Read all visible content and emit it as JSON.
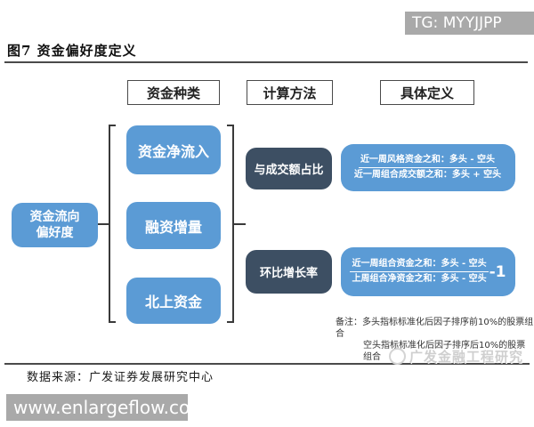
{
  "banner": {
    "tg_label": "TG: MYYJJPP"
  },
  "title": "图7 资金偏好度定义",
  "headers": [
    {
      "label": "资金种类"
    },
    {
      "label": "计算方法"
    },
    {
      "label": "具体定义"
    }
  ],
  "root_node": {
    "line1": "资金流向",
    "line2": "偏好度"
  },
  "fund_types": [
    {
      "label": "资金净流入"
    },
    {
      "label": "融资增量"
    },
    {
      "label": "北上资金"
    }
  ],
  "methods": [
    {
      "label": "与成交额占比"
    },
    {
      "label": "环比增长率"
    }
  ],
  "definitions": [
    {
      "numerator": "近一周风格资金之和：多头 - 空头",
      "denominator": "近一周组合成交额之和：多头 + 空头",
      "suffix": ""
    },
    {
      "numerator": "近一周组合资金之和：多头 - 空头",
      "denominator": "上周组合净资金之和：多头 - 空头",
      "suffix": "-1"
    }
  ],
  "note": {
    "line1": "备注：多头指标标准化后因子排序前10%的股票组合",
    "line2": "空头指标标准化后因子排序后10%的股票组合"
  },
  "watermark": "广发金融工程研究",
  "source": "数据来源：广发证券发展研究中心",
  "footer": {
    "url": "www.enlargeflow.com"
  },
  "colors": {
    "light_blue": "#5b9bd5",
    "dark_blue": "#3d4f63",
    "grey_banner": "#a9a9a9",
    "line": "#4a4a4a",
    "watermark_grey": "#cfcfcf"
  }
}
